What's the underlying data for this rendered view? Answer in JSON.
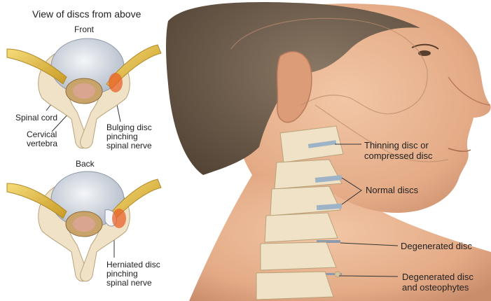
{
  "labels": {
    "title": "View of discs from above",
    "front": "Front",
    "back": "Back",
    "spinal_cord": "Spinal cord",
    "cervical_vertebra": "Cervical\nvertebra",
    "bulging_disc": "Bulging disc\npinching\nspinal nerve",
    "herniated_disc": "Herniated disc\npinching\nspinal nerve",
    "thinning_disc": "Thinning disc or\ncompressed disc",
    "normal_discs": "Normal discs",
    "degenerated_disc": "Degenerated disc",
    "degenerated_osteophytes": "Degenerated disc\nand osteophytes"
  },
  "colors": {
    "skin": "#e9b795",
    "skin_shadow": "#c98d6c",
    "hair": "#6f5c4a",
    "bone": "#efe2c6",
    "bone_shadow": "#c8b38b",
    "disc": "#d8dde6",
    "nerve": "#e7c24a",
    "inflamed": "#e8622b",
    "cord": "#d9a490"
  }
}
